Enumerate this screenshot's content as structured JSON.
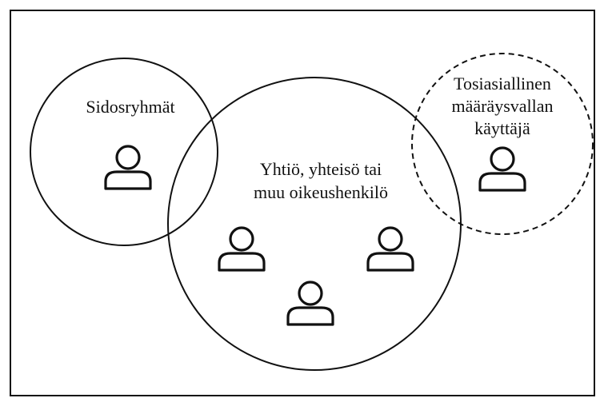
{
  "diagram": {
    "stakeholders_label": "Sidosryhmät",
    "company_label_line1": "Yhtiö, yhteisö tai",
    "company_label_line2": "muu oikeushenkilö",
    "beneficial_owner_line1": "Tosiasiallinen",
    "beneficial_owner_line2": "määräysvallan",
    "beneficial_owner_line3": "käyttäjä"
  },
  "colors": {
    "stroke": "#111111",
    "background": "#ffffff"
  },
  "icons": {
    "person": "person-icon"
  }
}
